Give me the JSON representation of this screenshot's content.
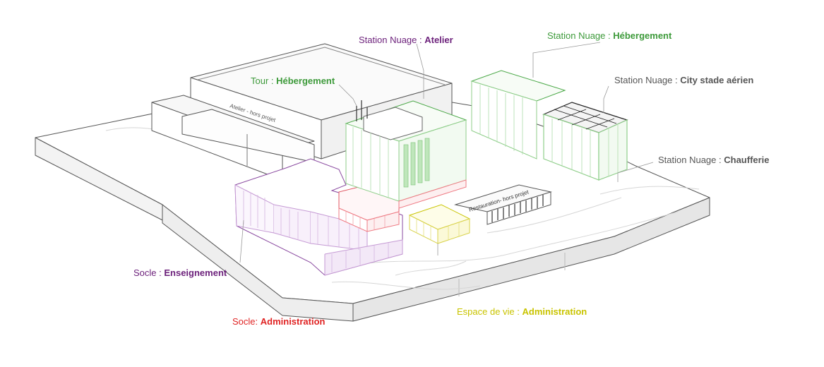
{
  "colors": {
    "purple": "#6b1f7a",
    "green": "#3d9a3a",
    "gray": "#555555",
    "red": "#e02424",
    "yellow": "#c9c400",
    "purple_line": "#c59ad4",
    "green_line": "#8fce8a",
    "red_line": "#ef7b84",
    "yellow_line": "#d8d24a",
    "structure_line": "#555555"
  },
  "labels": {
    "station_atelier": {
      "prefix": "Station Nuage : ",
      "value": "Atelier"
    },
    "station_hebergement": {
      "prefix": "Station Nuage : ",
      "value": "Hébergement"
    },
    "tour_hebergement": {
      "prefix": "Tour : ",
      "value": "Hébergement"
    },
    "station_city_stade": {
      "prefix": "Station Nuage : ",
      "value": "City stade aérien"
    },
    "station_chaufferie": {
      "prefix": "Station Nuage : ",
      "value": "Chaufferie"
    },
    "socle_enseignement": {
      "prefix": "Socle : ",
      "value": "Enseignement"
    },
    "socle_administration": {
      "prefix": "Socle: ",
      "value": "Administration"
    },
    "espace_vie_administration": {
      "prefix": "Espace de vie : ",
      "value": "Administration"
    }
  },
  "building_texts": {
    "atelier_hors_projet": "Atelier - hors projet",
    "restauration_hors_projet": "Restauration- hors projet"
  }
}
